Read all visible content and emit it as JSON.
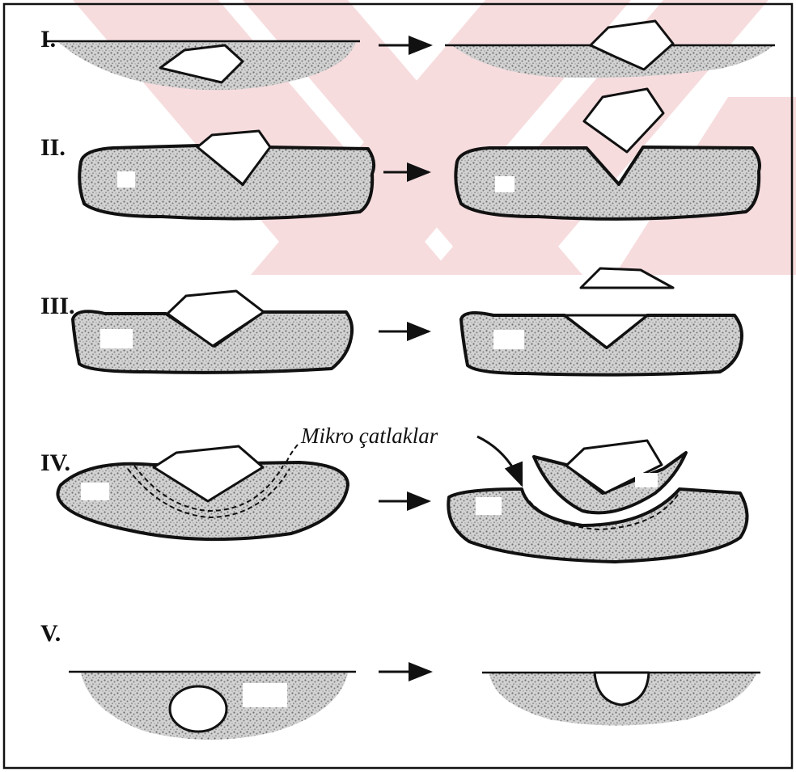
{
  "stages": [
    {
      "id": "I",
      "label": "I."
    },
    {
      "id": "II",
      "label": "II."
    },
    {
      "id": "III",
      "label": "III."
    },
    {
      "id": "IV",
      "label": "IV."
    },
    {
      "id": "V",
      "label": "V."
    }
  ],
  "annotation": {
    "text": "Mikro çatlaklar"
  },
  "colors": {
    "line": "#111111",
    "stipple": "#9a9a9a",
    "watermark": "#f7dcde",
    "background": "#ffffff"
  }
}
